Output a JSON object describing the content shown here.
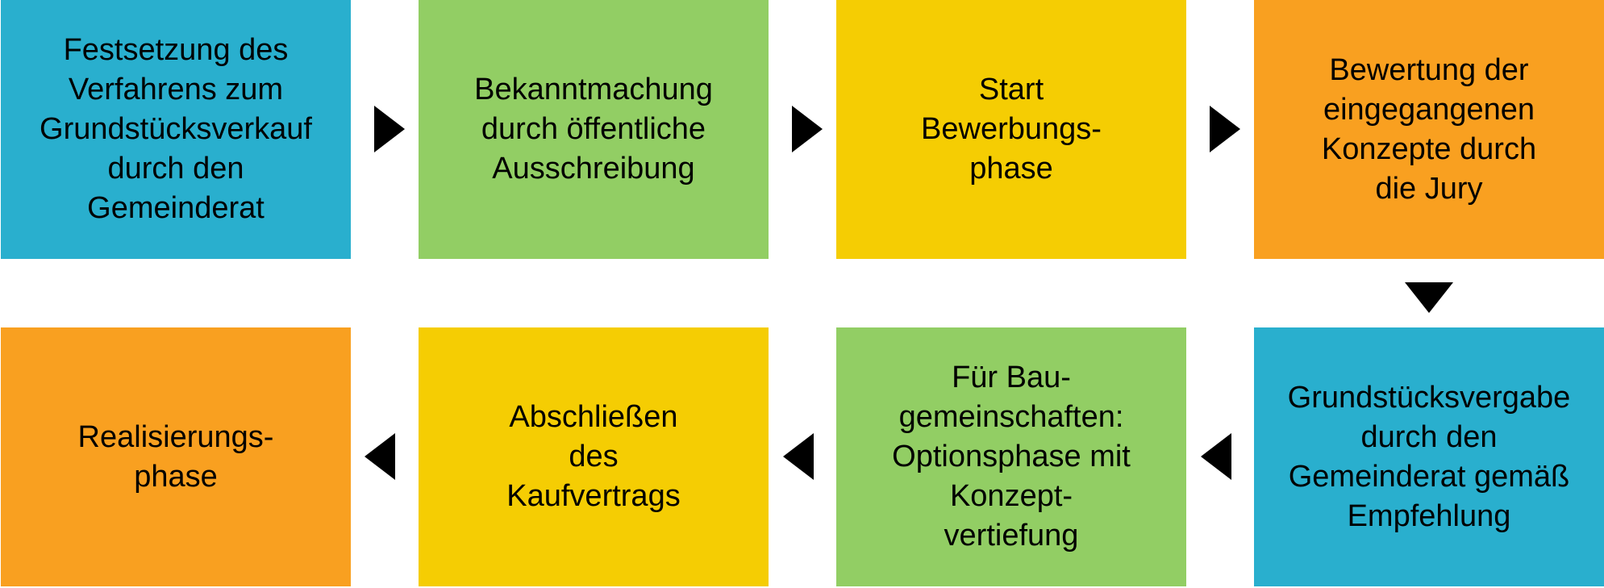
{
  "colors": {
    "blue": "#29AFCE",
    "green": "#92CE64",
    "yellow": "#F5CD03",
    "orange": "#F9A020",
    "arrow": "#000000",
    "text": "#000000"
  },
  "steps": [
    {
      "label": "Festsetzung des\nVerfahrens zum\nGrundstücksverkauf\ndurch den\nGemeinderat",
      "color": "#29AFCE"
    },
    {
      "label": "Bekanntmachung\ndurch öffentliche\nAusschreibung",
      "color": "#92CE64"
    },
    {
      "label": "Start\nBewerbungs-\nphase",
      "color": "#F5CD03"
    },
    {
      "label": "Bewertung der\neingegangenen\nKonzepte durch\ndie Jury",
      "color": "#F9A020"
    },
    {
      "label": "Grundstücksvergabe\ndurch den\nGemeinderat gemäß\nEmpfehlung",
      "color": "#29AFCE"
    },
    {
      "label": "Für Bau-\ngemeinschaften:\nOptionsphase mit\nKonzept-\nvertiefung",
      "color": "#92CE64"
    },
    {
      "label": "Abschließen\ndes\nKaufvertrags",
      "color": "#F5CD03"
    },
    {
      "label": "Realisierungs-\nphase",
      "color": "#F9A020"
    }
  ],
  "arrows": [
    {
      "direction": "right"
    },
    {
      "direction": "right"
    },
    {
      "direction": "right"
    },
    {
      "direction": "down"
    },
    {
      "direction": "left"
    },
    {
      "direction": "left"
    },
    {
      "direction": "left"
    }
  ]
}
